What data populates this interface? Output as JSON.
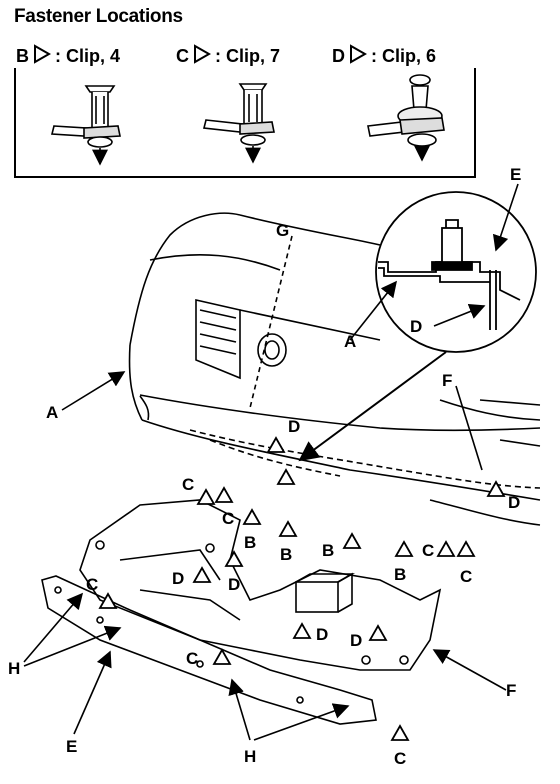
{
  "title": "Fastener Locations",
  "clips": [
    {
      "letter": "B",
      "text": ": Clip, 4"
    },
    {
      "letter": "C",
      "text": ": Clip, 7"
    },
    {
      "letter": "D",
      "text": ": Clip, 6"
    }
  ],
  "callouts": {
    "A": "A",
    "B": "B",
    "C": "C",
    "D": "D",
    "E": "E",
    "F": "F",
    "G": "G",
    "H": "H"
  }
}
